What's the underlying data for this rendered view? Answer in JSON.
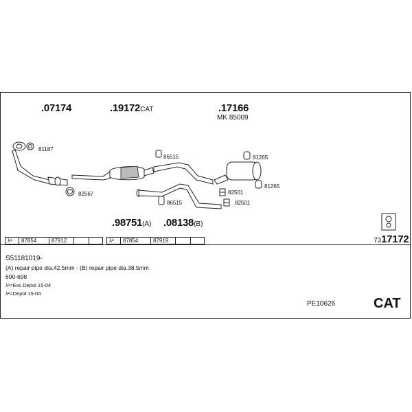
{
  "header": {
    "part_front": ".07174",
    "part_cat": ".19172",
    "part_cat_suffix": "CAT",
    "part_rear": ".17166",
    "rear_kit": "MK 85009"
  },
  "parts": {
    "p81187": "81187",
    "p82567": "82567",
    "p86515a": "86515",
    "p86515b": "86515",
    "p81265a": "81265",
    "p81265b": "81265",
    "p82501a": "82501",
    "p82501b": "82501"
  },
  "mid_parts": {
    "a_code": ".98751",
    "a_suffix": "(A)",
    "b_code": ".08138",
    "b_suffix": "(B)"
  },
  "ref_tables": [
    {
      "label": "λ¹",
      "cells": [
        "87854",
        "87912",
        "",
        ""
      ]
    },
    {
      "label": "λ²",
      "cells": [
        "87854",
        "87919",
        "",
        ""
      ]
    }
  ],
  "kit_ref": {
    "prefix": "73",
    "code": "17172"
  },
  "notes": {
    "line1": "S51181019-",
    "line2": "(A) repair pipe dia.42.5mm - (B) repair pipe dia.38.5mm",
    "line3": "690-698",
    "line4": "λ¹=Exc.Depol 15-04",
    "line5": "λ²=Depol 15-04"
  },
  "footer": {
    "code": "PE10626",
    "badge": "CAT"
  }
}
